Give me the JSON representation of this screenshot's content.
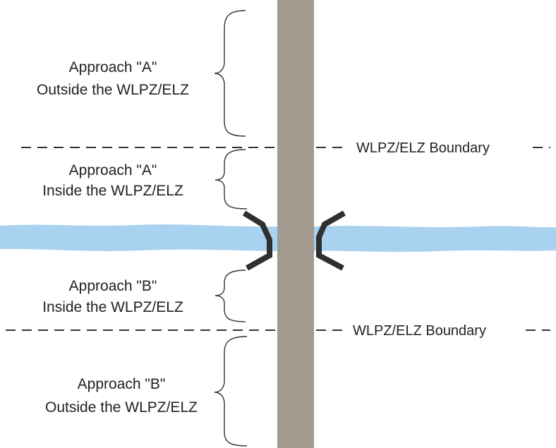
{
  "colors": {
    "road": "#9a9186",
    "stream": "#a9d2f0",
    "line": "#333333",
    "crossing": "#2f2f2f"
  },
  "labels": {
    "approach_a_outside": [
      "Approach \"A\"",
      "Outside the WLPZ/ELZ"
    ],
    "approach_a_inside": [
      "Approach \"A\"",
      "Inside the WLPZ/ELZ"
    ],
    "approach_b_inside": [
      "Approach \"B\"",
      "Inside the WLPZ/ELZ"
    ],
    "approach_b_outside": [
      "Approach \"B\"",
      "Outside the WLPZ/ELZ"
    ]
  },
  "boundary_label": "WLPZ/ELZ Boundary"
}
